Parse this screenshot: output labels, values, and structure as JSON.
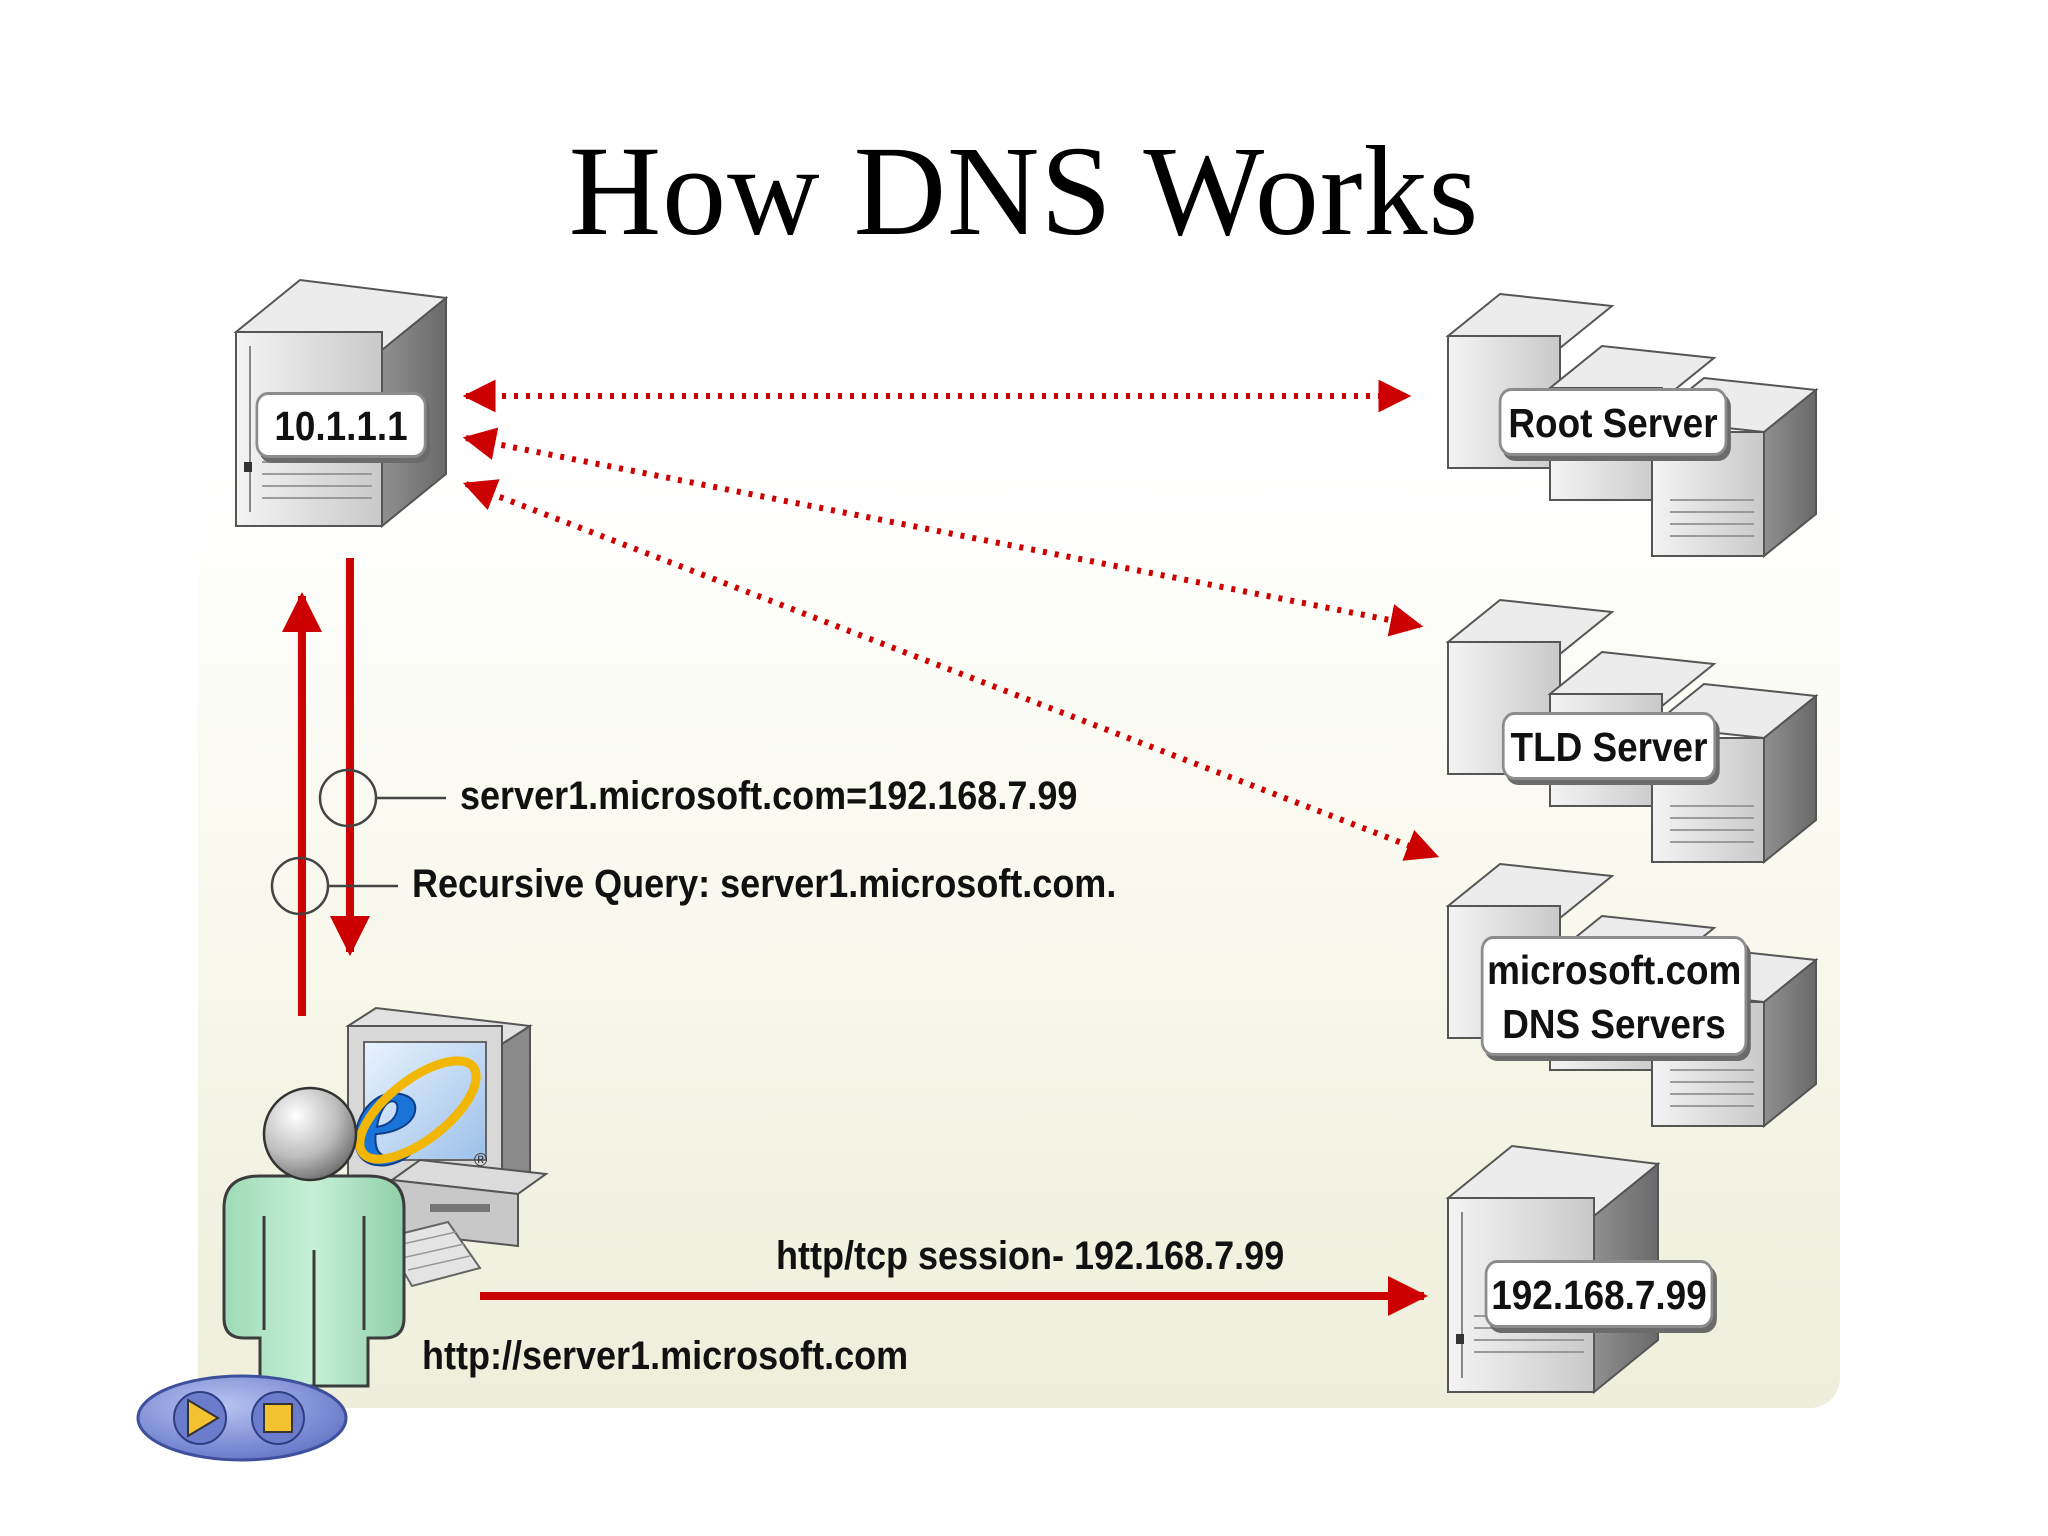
{
  "title": "How DNS Works",
  "nodes": {
    "resolver": {
      "label": "10.1.1.1"
    },
    "root": {
      "label": "Root Server"
    },
    "tld": {
      "label": "TLD Server"
    },
    "authoritative": {
      "line1": "microsoft.com",
      "line2": "DNS Servers"
    },
    "webserver": {
      "label": "192.168.7.99"
    }
  },
  "annotations": {
    "answer": "server1.microsoft.com=192.168.7.99",
    "query": "Recursive Query: server1.microsoft.com.",
    "session": "http/tcp session- 192.168.7.99",
    "url": "http://server1.microsoft.com"
  },
  "colors": {
    "arrow": "#cc0000",
    "panel": "#f4f4e4",
    "body": "#b7e8c9"
  },
  "icons": {
    "browser": "ie-logo-icon",
    "controls": [
      "play-icon",
      "stop-icon"
    ]
  }
}
